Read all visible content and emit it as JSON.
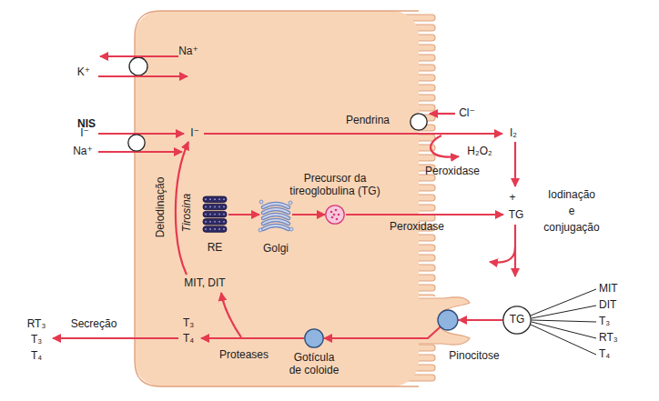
{
  "diagram": {
    "nodes": [
      {
        "text": [
          "NIS"
        ]
      },
      {
        "text": [
          "Pendrina"
        ]
      },
      {
        "text": [
          "Precursor da tireoglobulina (TG)"
        ]
      },
      {
        "text": [
          "RE"
        ]
      },
      {
        "text": [
          "Golgi"
        ]
      },
      {
        "text": [
          "TG"
        ]
      },
      {
        "text": [
          "Gotícula de coloide"
        ]
      }
    ],
    "edges": [
      {
        "from": 3,
        "to": 4,
        "arrow": "to"
      },
      {
        "from": 4,
        "to": 2,
        "arrow": "to"
      },
      {
        "from": 5,
        "to": 6,
        "arrow": "to"
      }
    ],
    "labels": [
      "Na⁺",
      "K⁺",
      "I⁻",
      "Na⁺",
      "I⁻",
      "Cl⁻",
      "I₂",
      "H₂O₂",
      "Peroxidase",
      "+",
      "TG",
      "Iodinação e conjugação",
      "Peroxidase",
      "Deiodinação",
      "Tirosina",
      "MIT, DIT",
      "MIT",
      "DIT",
      "T₃",
      "RT₃",
      "T₄",
      "Pinocitose",
      "T₃ T₄",
      "Proteases",
      "Secreção",
      "RT₃ T₃ T₄"
    ]
  }
}
